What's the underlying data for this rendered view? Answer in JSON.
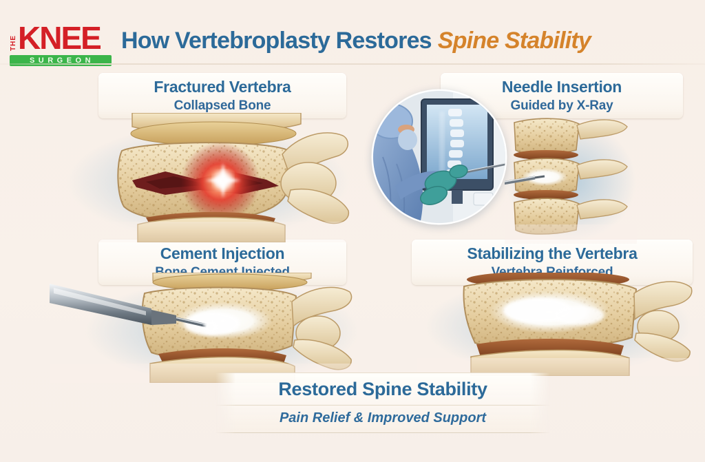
{
  "logo": {
    "the": "THE",
    "knee": "KNEE",
    "surgeon": "SURGEON"
  },
  "header": {
    "title_main": "How Vertebroplasty Restores",
    "title_accent": "Spine Stability"
  },
  "panels": [
    {
      "title": "Fractured Vertebra",
      "subtitle": "Collapsed Bone",
      "illustration": "fractured-vertebra-illustration"
    },
    {
      "title": "Needle Insertion",
      "subtitle": "Guided by X-Ray",
      "illustration": "needle-insertion-illustration"
    },
    {
      "title": "Cement Injection",
      "subtitle": "Bone Cement Injected",
      "illustration": "cement-injection-illustration"
    },
    {
      "title": "Stabilizing the Vertebra",
      "subtitle": "Vertebra Reinforced",
      "illustration": "stabilized-vertebra-illustration"
    }
  ],
  "footer": {
    "title": "Restored Spine Stability",
    "subtitle": "Pain Relief & Improved Support"
  },
  "colors": {
    "background": "#f9f1ea",
    "title_blue": "#2c6a99",
    "title_orange": "#d5832b",
    "logo_red": "#d41f26",
    "logo_green": "#3bb54a",
    "bone": "#e6d0a4",
    "disc_brown": "#9c5a2e",
    "cement_white": "#ffffff",
    "fracture_glow": "#e03c2e",
    "scrub_blue": "#7494c2",
    "glove_teal": "#3f9f9a"
  }
}
